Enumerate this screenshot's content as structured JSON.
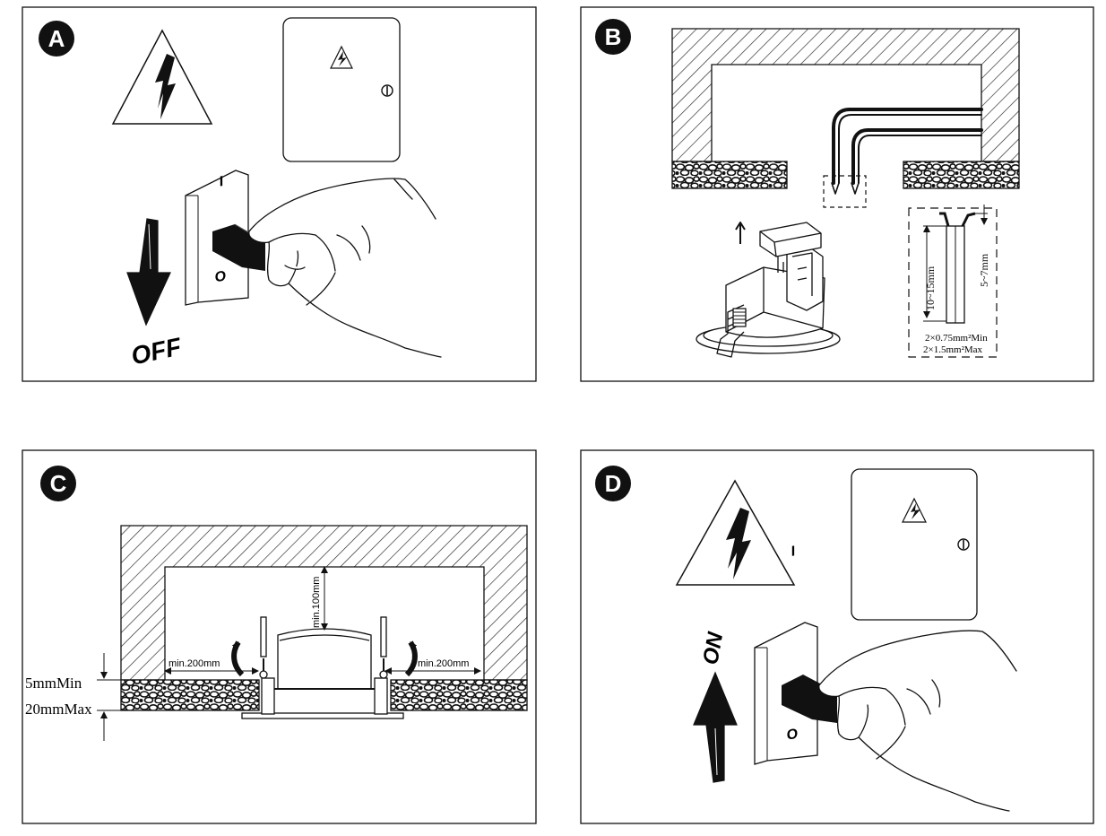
{
  "panels": {
    "a": {
      "letter": "A",
      "switch_on_mark": "I",
      "switch_off_mark": "O",
      "action_label": "OFF"
    },
    "b": {
      "letter": "B",
      "dim_strip": "10~15mm",
      "dim_bare": "5~7mm",
      "wire_min": "2×0.75mm²Min",
      "wire_max": "2×1.5mm²Max"
    },
    "c": {
      "letter": "C",
      "clearance_top": "min.100mm",
      "clearance_left": "min.200mm",
      "clearance_right": "min.200mm",
      "ceiling_min": "5mmMin",
      "ceiling_max": "20mmMax"
    },
    "d": {
      "letter": "D",
      "switch_on_mark": "I",
      "switch_off_mark": "O",
      "action_label": "ON"
    }
  }
}
